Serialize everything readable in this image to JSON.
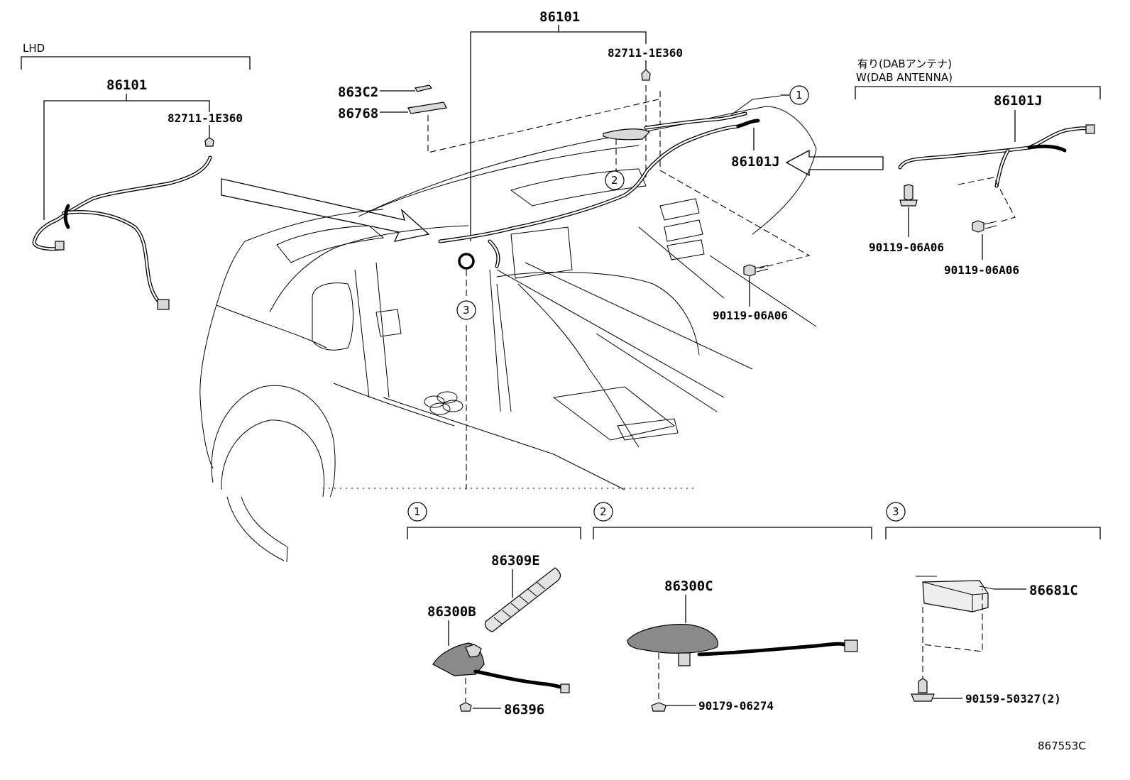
{
  "labels": {
    "lhd": "LHD",
    "lhd_harness": "86101",
    "lhd_clip": "82711-1E360",
    "main_harness": "86101",
    "main_clip": "82711-1E360",
    "p863c2": "863C2",
    "p86768": "86768",
    "dab_harness_ref": "86101J",
    "bolt_center": "90119-06A06",
    "dab_title_jp": "有り(DABアンテナ)",
    "dab_title_en": "W(DAB ANTENNA)",
    "dab_harness": "86101J",
    "dab_bolt_1": "90119-06A06",
    "dab_bolt_2": "90119-06A06",
    "s1_antenna": "86300B",
    "s1_rod": "86309E",
    "s1_nut": "86396",
    "s2_antenna": "86300C",
    "s2_nut": "90179-06274",
    "s3_amp": "86681C",
    "s3_screw": "90159-50327(2)",
    "diagram_code": "867553C"
  },
  "callouts": [
    "1",
    "2",
    "3"
  ],
  "sections": [
    {
      "number": "1",
      "parts": [
        "86300B",
        "86309E",
        "86396"
      ]
    },
    {
      "number": "2",
      "parts": [
        "86300C",
        "90179-06274"
      ]
    },
    {
      "number": "3",
      "parts": [
        "86681C",
        "90159-50327(2)"
      ]
    }
  ]
}
